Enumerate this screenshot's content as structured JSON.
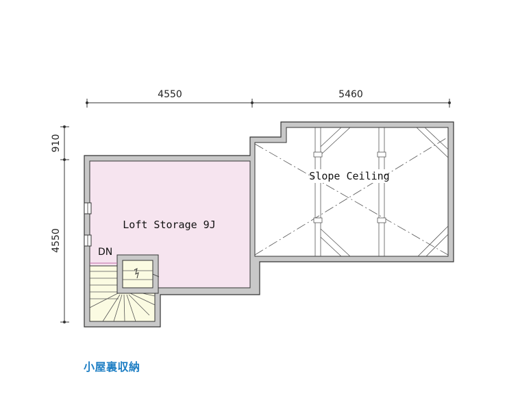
{
  "dimensions": {
    "top_left": "4550",
    "top_right": "5460",
    "left_top": "910",
    "left_bottom": "4550"
  },
  "rooms": {
    "loft_storage": "Loft Storage 9J",
    "slope_ceiling": "Slope Ceiling"
  },
  "stair_label": "DN",
  "floor_label": "小屋裏収納",
  "colors": {
    "wall_fill": "#c8c8c8",
    "wall_stroke": "#333333",
    "loft_fill": "#f6e4ef",
    "stair_fill": "#fbfbe2",
    "label_blue": "#1f7fc4"
  }
}
